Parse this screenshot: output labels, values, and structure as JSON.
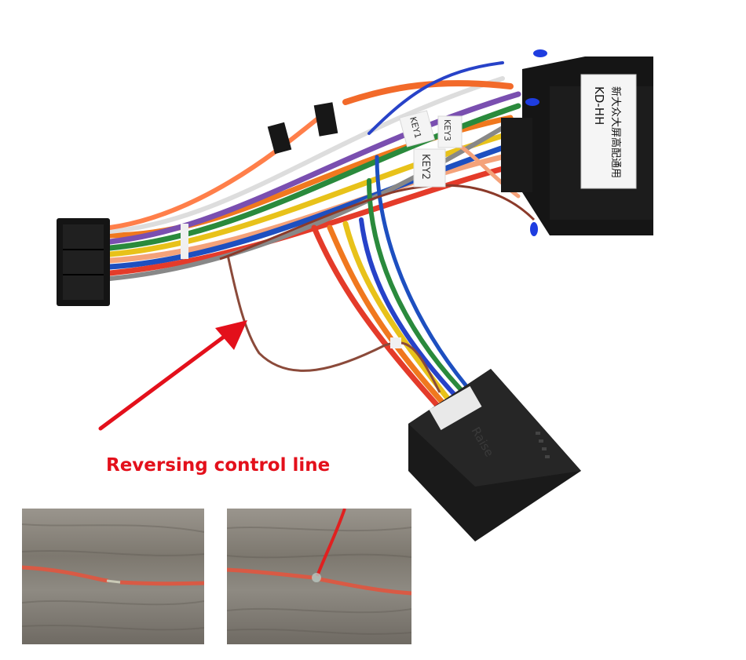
{
  "caption": "Reversing control line",
  "connector_labels": {
    "key1": "KEY1",
    "key2": "KEY2",
    "key3": "KEY3",
    "box_label_line1": "新大众大屏高配通用",
    "box_label_line2": "KD-HH",
    "decoder_brand": "Raise"
  },
  "colors": {
    "arrow": "#e3101b",
    "caption": "#e3101b",
    "reversing_wire": "#8b4a3a",
    "connector": "#141414"
  }
}
